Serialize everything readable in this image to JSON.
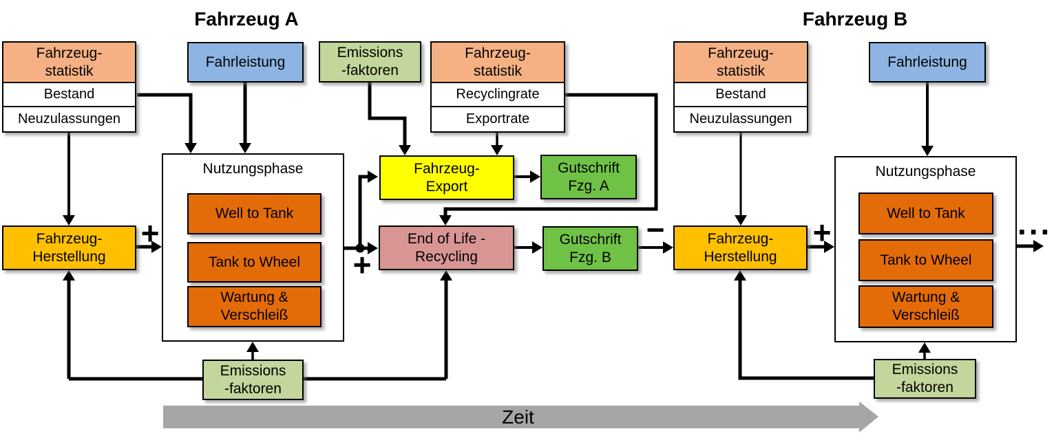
{
  "titles": {
    "vehicle_a": "Fahrzeug A",
    "vehicle_b": "Fahrzeug B"
  },
  "boxes": {
    "stat_a": {
      "header": "Fahrzeug-\nstatistik",
      "row1": "Bestand",
      "row2": "Neuzulassungen"
    },
    "stat_mid": {
      "header": "Fahrzeug-\nstatistik",
      "row1": "Recyclingrate",
      "row2": "Exportrate"
    },
    "stat_b": {
      "header": "Fahrzeug-\nstatistik",
      "row1": "Bestand",
      "row2": "Neuzulassungen"
    },
    "fahrleistung_a": "Fahrleistung",
    "fahrleistung_b": "Fahrleistung",
    "emissions_top": "Emissions\n-faktoren",
    "emissions_bottom_a": "Emissions\n-faktoren",
    "emissions_bottom_b": "Emissions\n-faktoren",
    "herstellung_a": "Fahrzeug-\nHerstellung",
    "herstellung_b": "Fahrzeug-\nHerstellung",
    "nutzungsphase_a": {
      "title": "Nutzungsphase",
      "items": [
        "Well to Tank",
        "Tank to Wheel",
        "Wartung &\nVerschleiß"
      ]
    },
    "nutzungsphase_b": {
      "title": "Nutzungsphase",
      "items": [
        "Well to Tank",
        "Tank to Wheel",
        "Wartung &\nVerschleiß"
      ]
    },
    "export": "Fahrzeug-\nExport",
    "gutschrift_a": "Gutschrift\nFzg. A",
    "gutschrift_b": "Gutschrift\nFzg. B",
    "end_of_life": "End of Life -\nRecycling"
  },
  "operators": {
    "plus_herstellung_a": "+",
    "plus_junction": "+",
    "minus_gutschrift_b": "−",
    "plus_herstellung_b": "+",
    "continuation": "..."
  },
  "timeline": {
    "label": "Zeit"
  },
  "colors": {
    "statistik_header": "#F5B183",
    "fahrleistung": "#8DB4E2",
    "emissions": "#C3D69B",
    "herstellung": "#FFC000",
    "usage_item": "#E36C09",
    "export": "#FFFF00",
    "gutschrift": "#70C247",
    "end_of_life": "#D99594",
    "timeline_bar": "#A6A6A6",
    "line": "#000000"
  }
}
